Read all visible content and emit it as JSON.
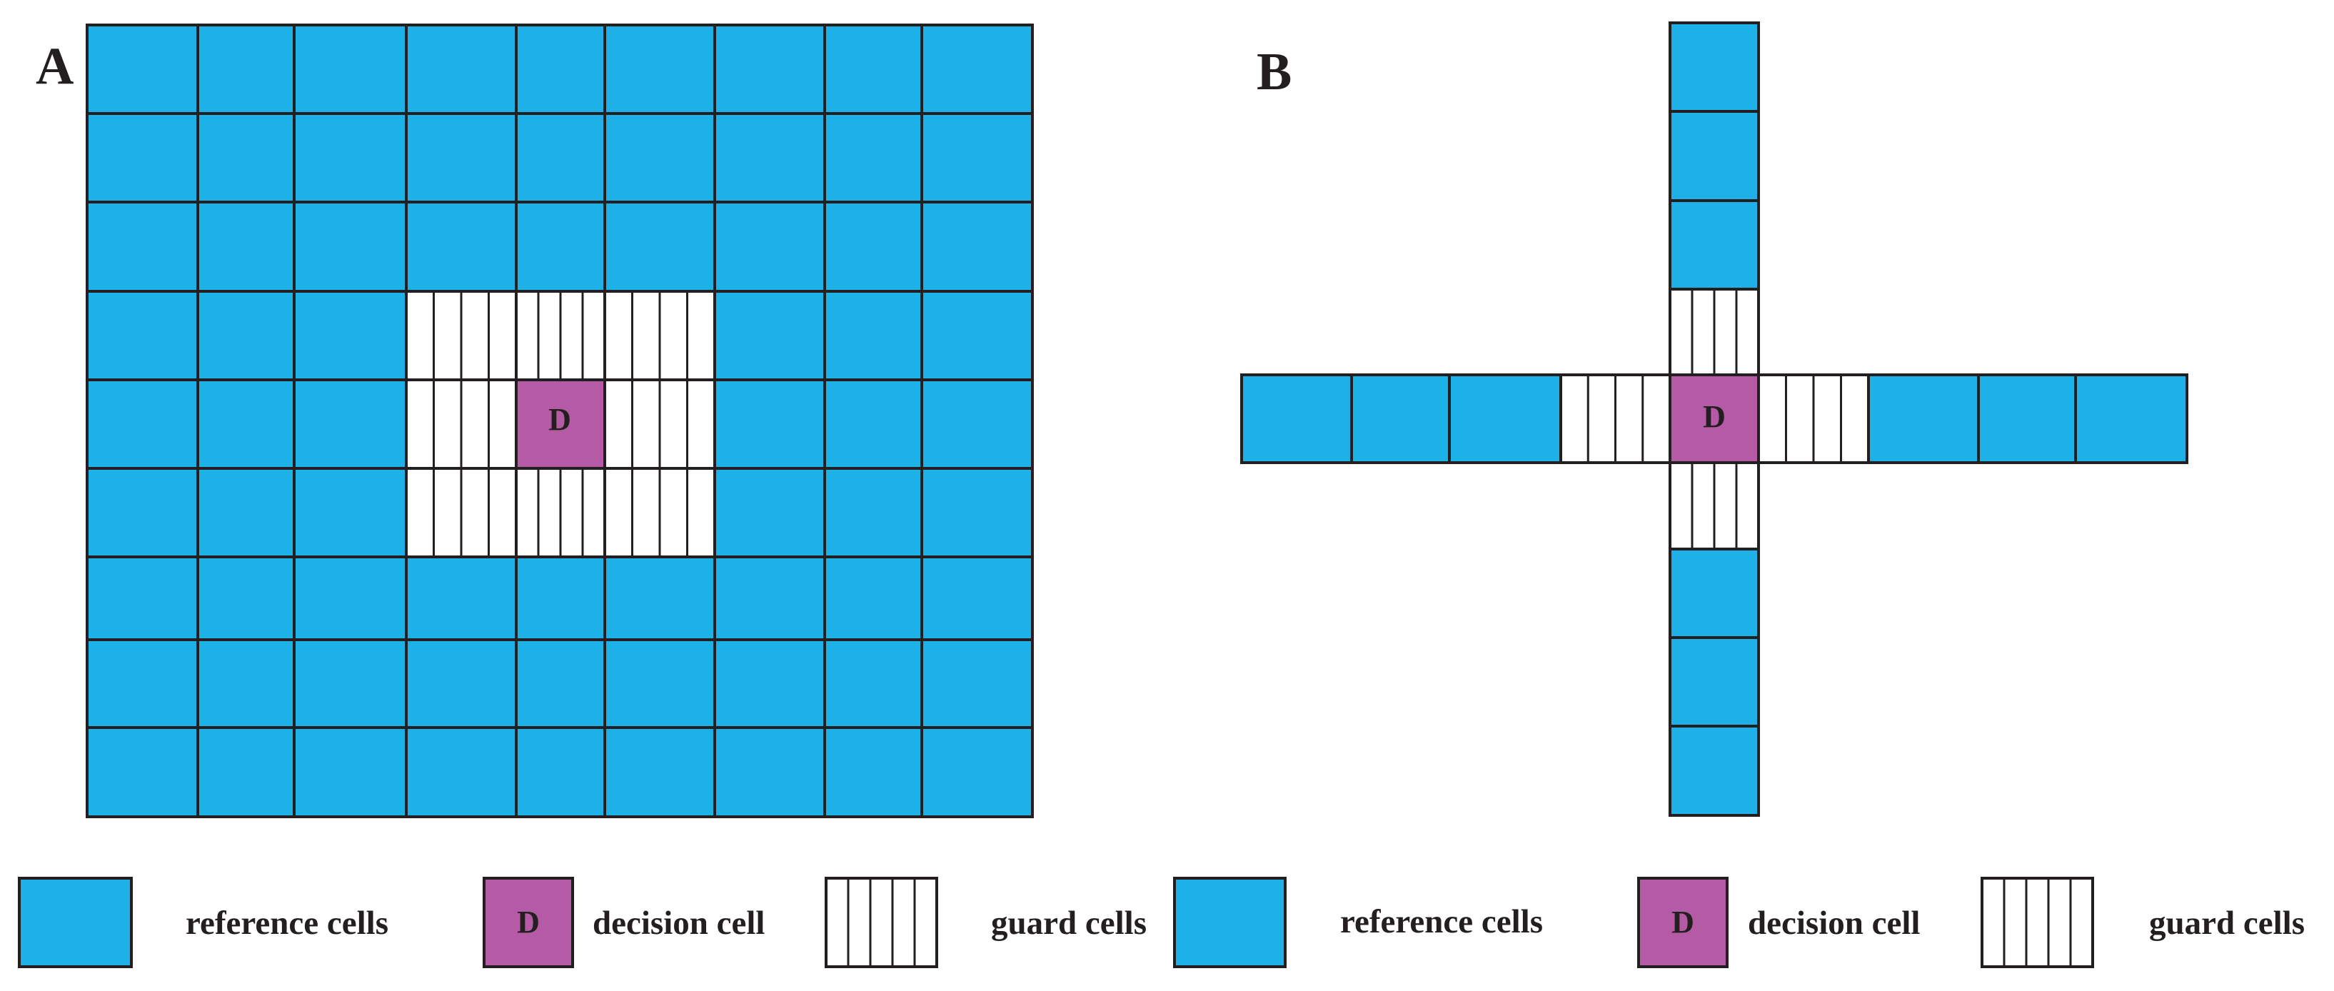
{
  "panels": [
    {
      "letter": "A"
    },
    {
      "letter": "B"
    }
  ],
  "decision_label": "D",
  "colors": {
    "reference": "#1eb1e7",
    "decision": "#b55aa5",
    "guard": "#ffffff",
    "stroke": "#231f20"
  },
  "legends": [
    {
      "reference": "reference cells",
      "decision": "decision cell",
      "guard": "guard cells",
      "decision_symbol": "D"
    },
    {
      "reference": "reference cells",
      "decision": "decision cell",
      "guard": "guard cells",
      "decision_symbol": "D"
    }
  ]
}
